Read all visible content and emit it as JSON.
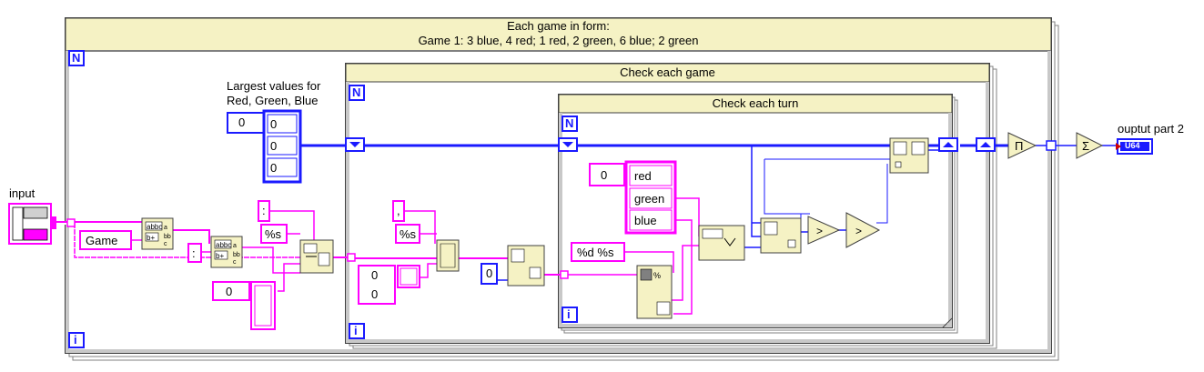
{
  "outer_loop": {
    "header_line1": "Each game in form:",
    "header_line2": "Game 1: 3 blue, 4 red; 1 red, 2 green, 6 blue; 2 green",
    "n_terminal": "N",
    "i_terminal": "i"
  },
  "game_loop": {
    "header": "Check each game",
    "n_terminal": "N",
    "i_terminal": "i"
  },
  "turn_loop": {
    "header": "Check each turn",
    "n_terminal": "N",
    "i_terminal": "i"
  },
  "controls": {
    "input_label": "input",
    "largest_label_line1": "Largest values for",
    "largest_label_line2": "Red, Green, Blue",
    "largest_index": "0",
    "largest_values": [
      "0",
      "0",
      "0"
    ],
    "output_label": "ouptut part 2",
    "output_type": "U64"
  },
  "constants": {
    "game": "Game",
    "colon": ":",
    "percent_s_1": "%s",
    "comma": ",",
    "percent_s_2": "%s",
    "format_d_s": "%d %s",
    "zero_const": "0",
    "color_index": "0",
    "colors": [
      "red",
      "green",
      "blue"
    ],
    "empty_array_index_1": "0",
    "empty_array_index_2": "0",
    "empty_array_index_3": "0"
  },
  "colors": {
    "string_wire": "#ff00ff",
    "numeric_wire": "#1a1aff",
    "loop_header_bg": "#f5f2c4",
    "node_bg": "#f5f2c4"
  }
}
